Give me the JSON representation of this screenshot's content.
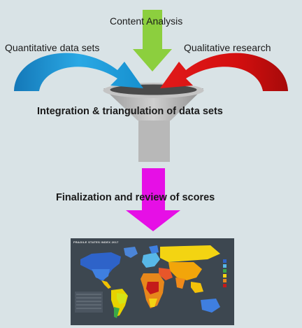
{
  "labels": {
    "content_analysis": "Content Analysis",
    "quantitative": "Quantitative data sets",
    "qualitative": "Qualitative research",
    "integration": "Integration & triangulation of data sets",
    "finalization": "Finalization and review of scores"
  },
  "map": {
    "title": "FRAGILE STATES INDEX 2017"
  },
  "colors": {
    "background": "#d9e3e6",
    "green_arrow": "#8ccf3e",
    "blue_arrow": "#1f9ad6",
    "red_arrow": "#d81414",
    "funnel": "#b8b8b8",
    "funnel_rim": "#4a4a4a",
    "magenta_arrow": "#e60fe6",
    "map_bg": "#3d4750"
  },
  "icons": {
    "funnel": "funnel-icon",
    "map": "world-map-thumbnail"
  }
}
